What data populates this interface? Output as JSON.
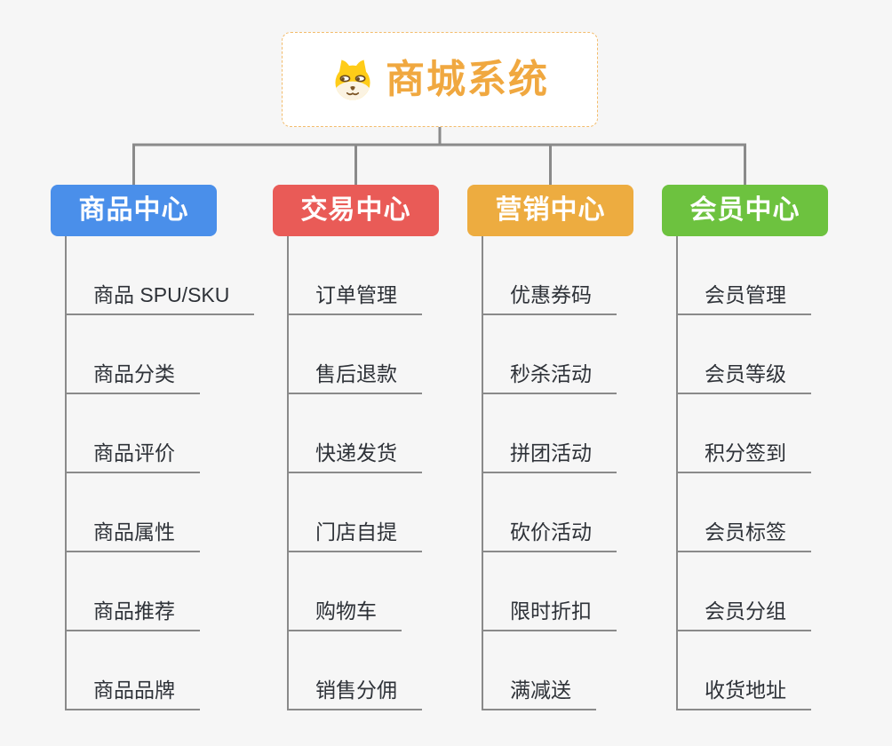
{
  "root": {
    "title": "商城系统",
    "icon": "shiba-dog-icon"
  },
  "branches": [
    {
      "label": "商品中心",
      "color": "#4A8FEA",
      "items": [
        "商品 SPU/SKU",
        "商品分类",
        "商品评价",
        "商品属性",
        "商品推荐",
        "商品品牌"
      ]
    },
    {
      "label": "交易中心",
      "color": "#E95B57",
      "items": [
        "订单管理",
        "售后退款",
        "快递发货",
        "门店自提",
        "购物车",
        "销售分佣"
      ]
    },
    {
      "label": "营销中心",
      "color": "#EDAC40",
      "items": [
        "优惠券码",
        "秒杀活动",
        "拼团活动",
        "砍价活动",
        "限时折扣",
        "满减送"
      ]
    },
    {
      "label": "会员中心",
      "color": "#6DC23F",
      "items": [
        "会员管理",
        "会员等级",
        "积分签到",
        "会员标签",
        "会员分组",
        "收货地址"
      ]
    }
  ],
  "colors": {
    "background": "#F6F6F6",
    "connector": "#8A8A8A",
    "root_border": "#F3BC6B",
    "root_title": "#F0A840",
    "item_text": "#2E3238"
  }
}
